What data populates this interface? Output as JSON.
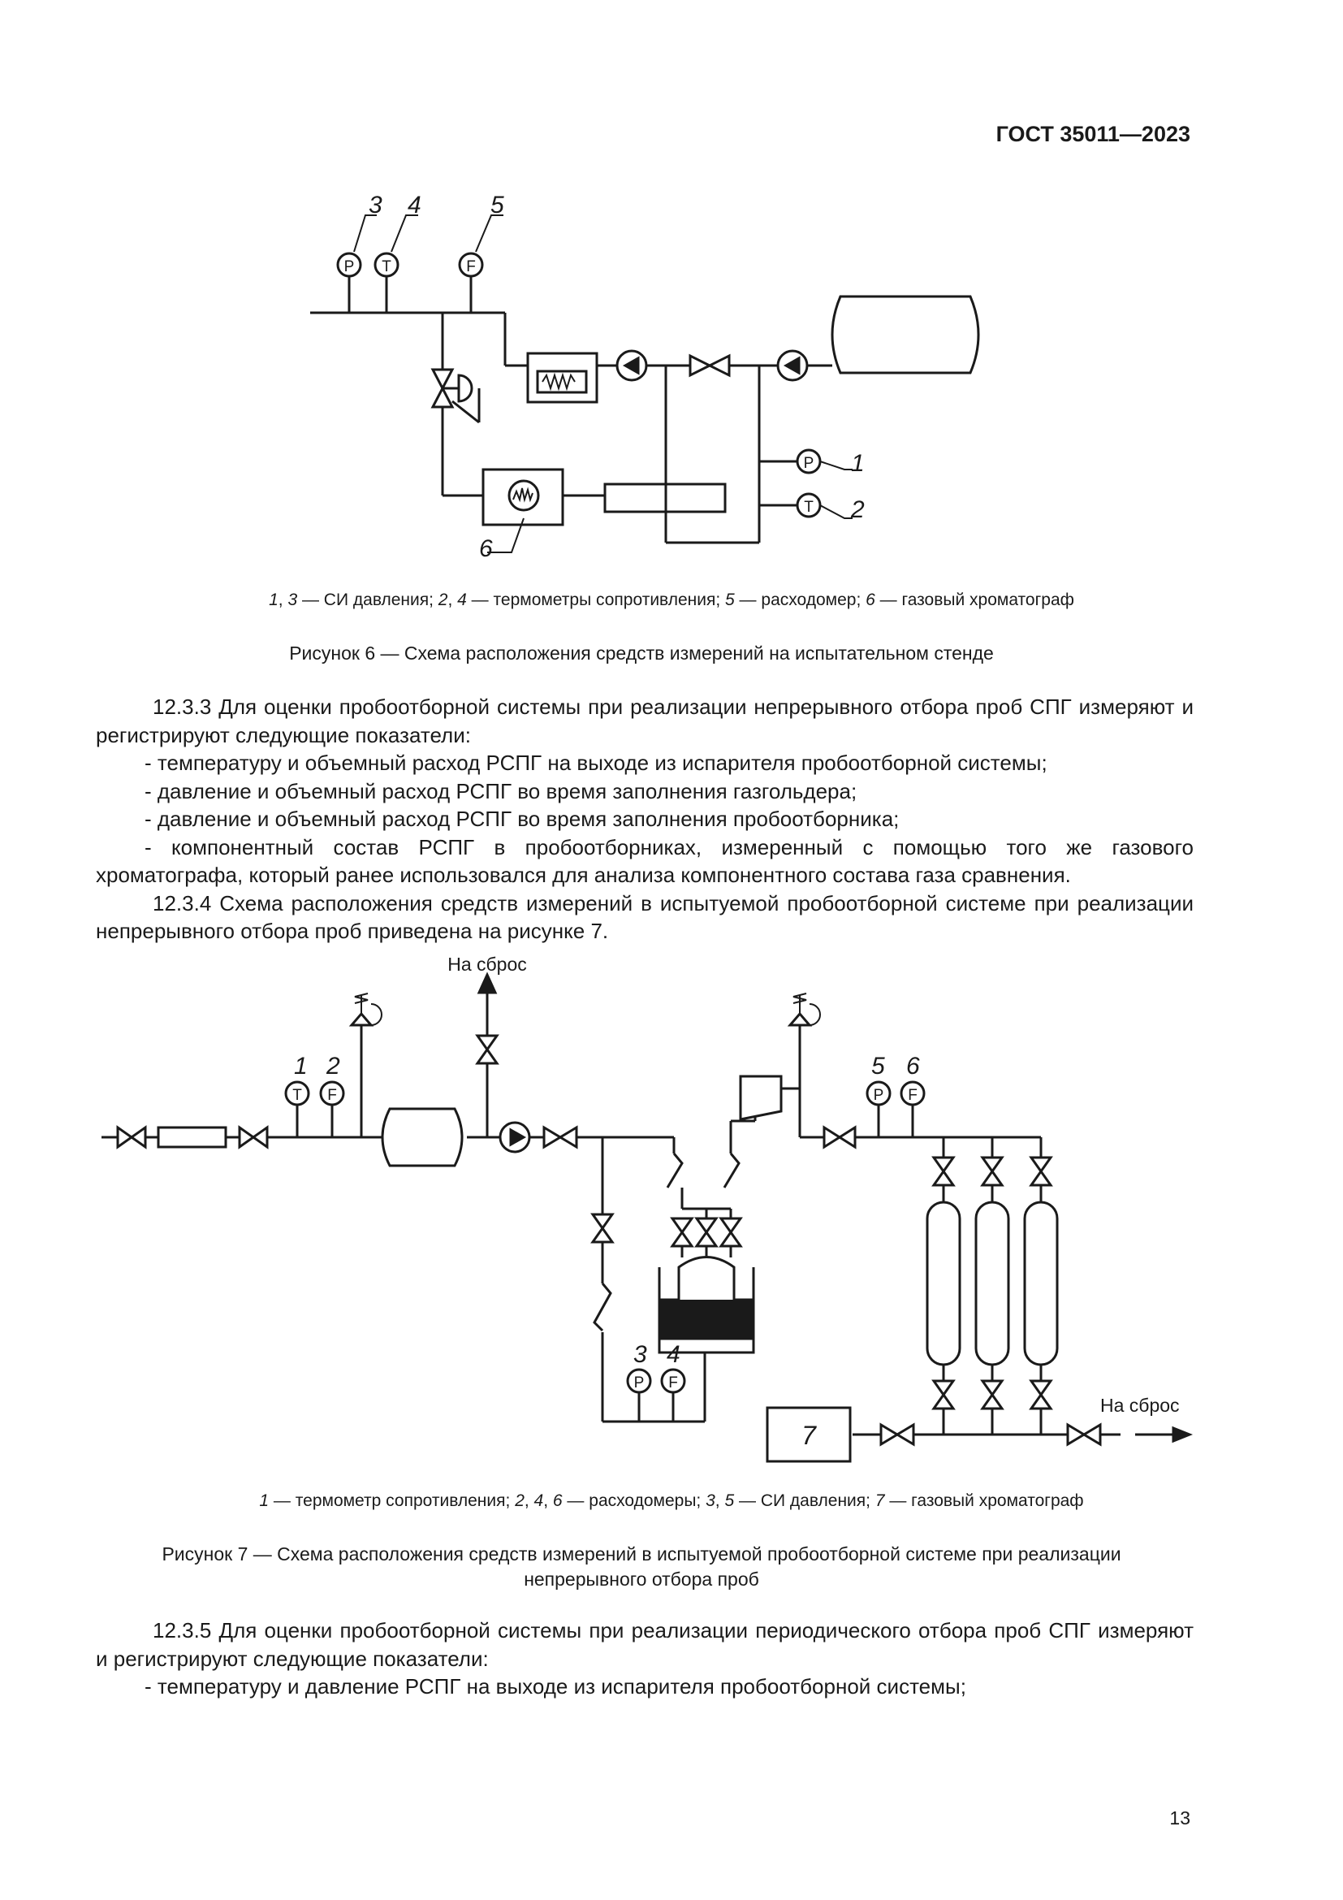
{
  "header": {
    "doc_code": "ГОСТ 35011—2023"
  },
  "figure6": {
    "labels": [
      "3",
      "4",
      "5",
      "1",
      "2",
      "6"
    ],
    "instrument_letters": {
      "p": "P",
      "t": "T",
      "f": "F"
    },
    "legend": [
      {
        "num": "1",
        "sep": ", "
      },
      {
        "num": "3",
        "sep": " — СИ давления; "
      },
      {
        "num": "2",
        "sep": ", "
      },
      {
        "num": "4",
        "sep": " — термометры сопротивления; "
      },
      {
        "num": "5",
        "sep": " — расходомер; "
      },
      {
        "num": "6",
        "sep": " — газовый хроматограф"
      }
    ],
    "caption": "Рисунок 6 — Схема расположения средств измерений на испытательном стенде"
  },
  "text_block_1": {
    "paragraphs": [
      "12.3.3 Для оценки пробоотборной системы при реализации непрерывного отбора проб СПГ измеряют и регистрируют следующие показатели:",
      "- температуру и объемный расход РСПГ на выходе из испарителя пробоотборной системы;",
      "- давление и объемный расход РСПГ во время заполнения газгольдера;",
      "- давление и объемный расход РСПГ во время заполнения пробоотборника;",
      "- компонентный состав РСПГ в пробоотборниках, измеренный с помощью того же газового хроматографа, который ранее использовался для анализа компонентного состава газа сравнения.",
      "12.3.4 Схема расположения средств измерений в испытуемой пробоотборной системе при реализации непрерывного отбора проб приведена на рисунке 7."
    ]
  },
  "figure7": {
    "vent_label": "На сброс",
    "labels": [
      "1",
      "2",
      "5",
      "6",
      "3",
      "4",
      "7"
    ],
    "instrument_letters": {
      "p": "P",
      "t": "T",
      "f": "F"
    },
    "legend": [
      {
        "num": "1",
        "sep": " — термометр сопротивления; "
      },
      {
        "num": "2",
        "sep": ", "
      },
      {
        "num": "4",
        "sep": ", "
      },
      {
        "num": "6",
        "sep": " — расходомеры; "
      },
      {
        "num": "3",
        "sep": ", "
      },
      {
        "num": "5",
        "sep": " — СИ давления; "
      },
      {
        "num": "7",
        "sep": " — газовый хроматограф"
      }
    ],
    "caption_line1": "Рисунок 7 — Схема расположения средств измерений в испытуемой пробоотборной системе при реализации",
    "caption_line2": "непрерывного отбора проб"
  },
  "text_block_2": {
    "paragraphs": [
      "12.3.5 Для оценки пробоотборной системы при реализации периодического отбора проб СПГ измеряют и регистрируют следующие показатели:",
      "- температуру и давление РСПГ на выходе из испарителя пробоотборной системы;"
    ]
  },
  "page_number": "13"
}
